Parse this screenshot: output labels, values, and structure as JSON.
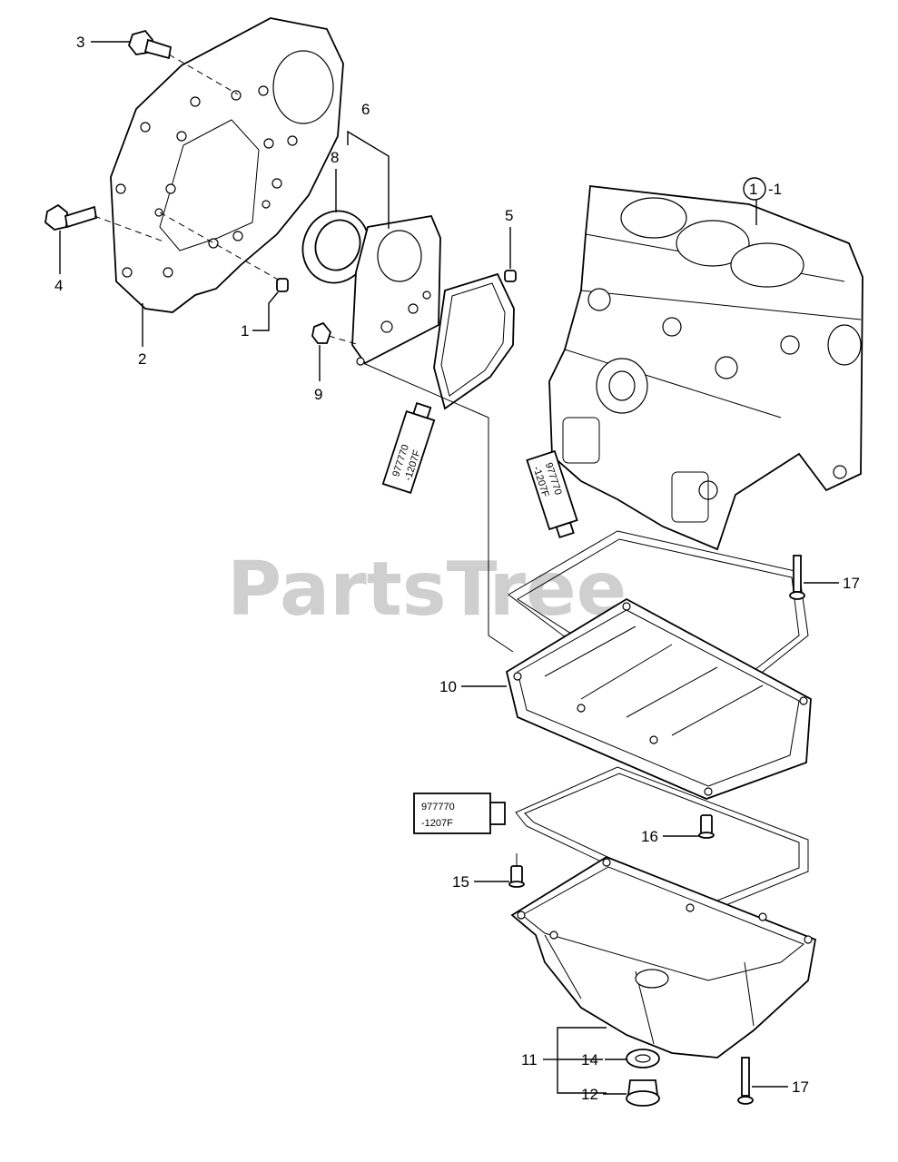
{
  "watermark": "PartsTree",
  "callouts": {
    "c1": "1",
    "c2": "2",
    "c3": "3",
    "c4": "4",
    "c5": "5",
    "c6": "6",
    "c8": "8",
    "c9": "9",
    "c10": "10",
    "c11": "11",
    "c12": "12",
    "c14": "14",
    "c15": "15",
    "c16": "16",
    "c17a": "17",
    "c17b": "17",
    "block_ref": "1",
    "block_suffix": "-1"
  },
  "sealant_tubes": {
    "tube1_line1": "977770",
    "tube1_line2": "-1207F",
    "tube2_line1": "977770",
    "tube2_line2": "-1207F",
    "tube3_line1": "977770",
    "tube3_line2": "-1207F"
  }
}
